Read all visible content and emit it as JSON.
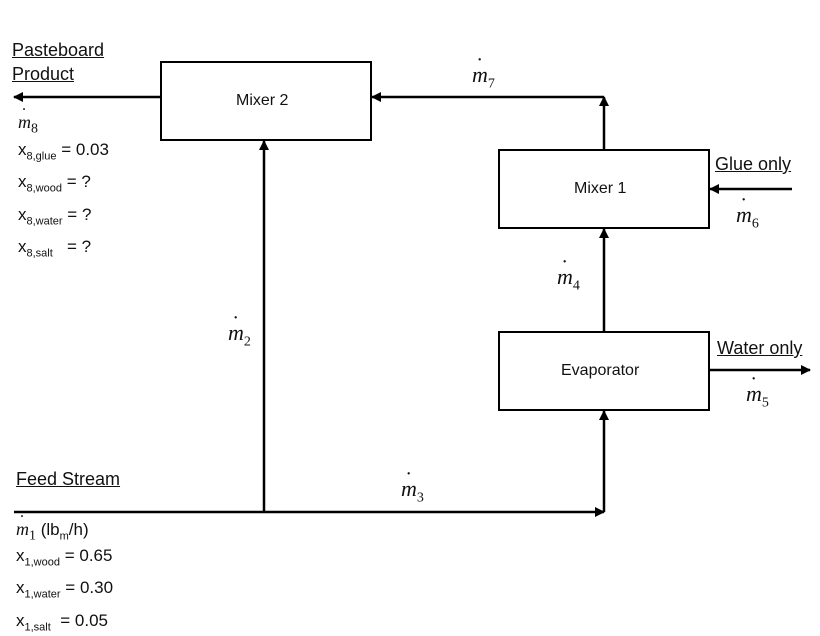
{
  "blocks": {
    "mixer2": "Mixer 2",
    "mixer1": "Mixer 1",
    "evaporator": "Evaporator"
  },
  "streams": {
    "m1_sub": "1",
    "m1_units": " (lb",
    "m1_units_sub": "m",
    "m1_units_tail": "/h)",
    "m2": "2",
    "m3": "3",
    "m4": "4",
    "m5": "5",
    "m6": "6",
    "m7": "7",
    "m8": "8",
    "m_symbol": "m"
  },
  "labels": {
    "pasteboard_line1": "Pasteboard",
    "pasteboard_line2": "Product",
    "glue_only": "Glue only",
    "water_only": "Water only",
    "feed_stream": "Feed Stream"
  },
  "product_composition": [
    {
      "sub": "8,glue",
      "value": " = 0.03"
    },
    {
      "sub": "8,wood",
      "value": " = ?"
    },
    {
      "sub": "8,water",
      "value": " = ?"
    },
    {
      "sub": "8,salt",
      "value": "   = ?"
    }
  ],
  "feed_composition": [
    {
      "sub": "1,wood",
      "value": " = 0.65"
    },
    {
      "sub": "1,water",
      "value": " = 0.30"
    },
    {
      "sub": "1,salt",
      "value": "  = 0.05"
    }
  ]
}
